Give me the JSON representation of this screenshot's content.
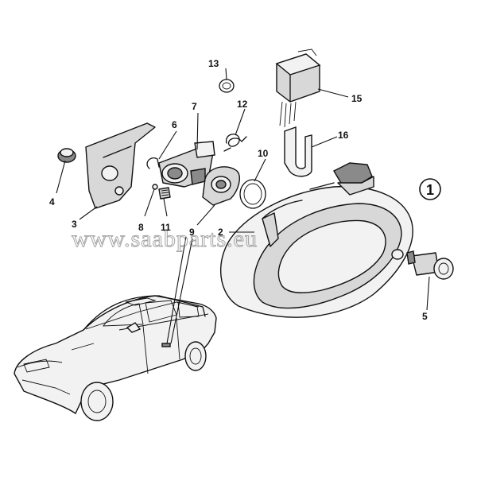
{
  "diagram": {
    "callouts": {
      "1": "1",
      "2": "2",
      "3": "3",
      "4": "4",
      "5": "5",
      "6": "6",
      "7": "7",
      "8": "8",
      "9": "9",
      "10": "10",
      "11": "11",
      "12": "12",
      "13": "13",
      "15": "15",
      "16": "16"
    },
    "watermark": "www.saabparts.eu"
  }
}
